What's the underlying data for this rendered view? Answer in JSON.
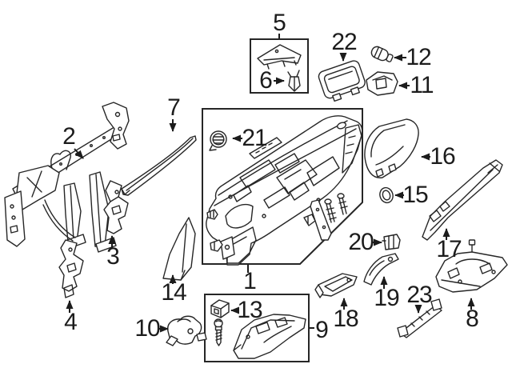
{
  "diagram": {
    "title": "Instrument panel exploded parts diagram",
    "background_color": "#ffffff",
    "line_color": "#262626",
    "callouts": [
      {
        "num": "1"
      },
      {
        "num": "2"
      },
      {
        "num": "3"
      },
      {
        "num": "4"
      },
      {
        "num": "5"
      },
      {
        "num": "6"
      },
      {
        "num": "7"
      },
      {
        "num": "8"
      },
      {
        "num": "9"
      },
      {
        "num": "10"
      },
      {
        "num": "11"
      },
      {
        "num": "12"
      },
      {
        "num": "13"
      },
      {
        "num": "14"
      },
      {
        "num": "15"
      },
      {
        "num": "16"
      },
      {
        "num": "17"
      },
      {
        "num": "18"
      },
      {
        "num": "19"
      },
      {
        "num": "20"
      },
      {
        "num": "21"
      },
      {
        "num": "22"
      },
      {
        "num": "23"
      }
    ],
    "grouping_boxes": [
      {
        "contains": "5, 6"
      },
      {
        "contains": "1, 21"
      },
      {
        "contains": "9, 13"
      }
    ]
  }
}
